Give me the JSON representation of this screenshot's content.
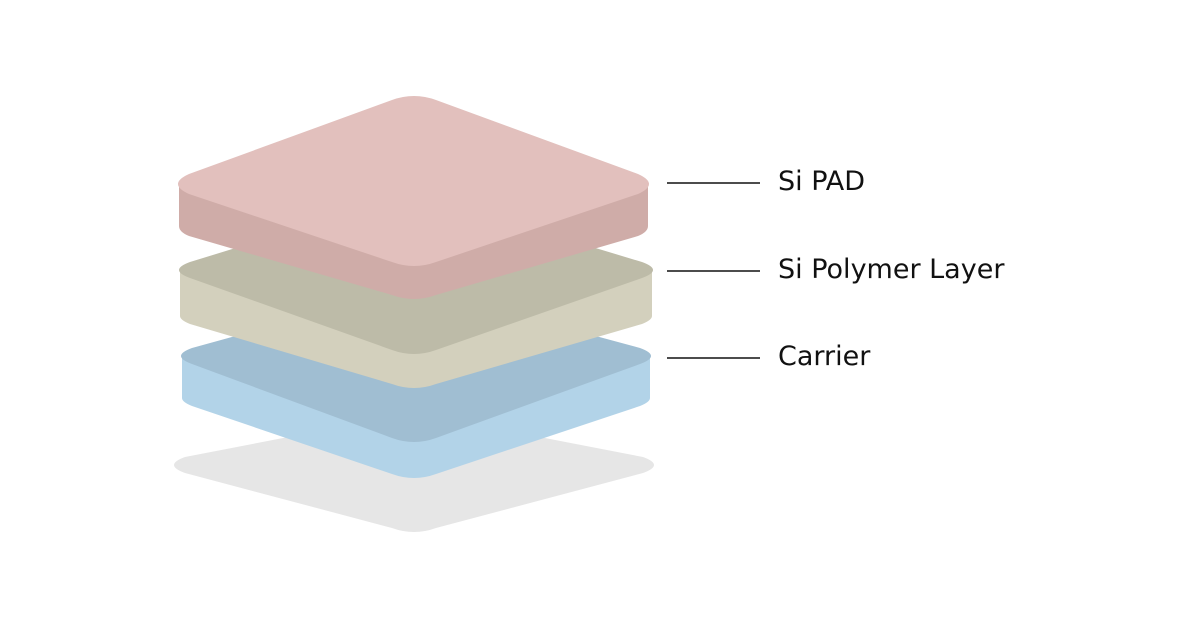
{
  "layers": [
    {
      "key": "pad",
      "label": "Si PAD",
      "top_color": "#e2c0bd",
      "side_color": "#cfaca8"
    },
    {
      "key": "polymer",
      "label": "Si Polymer Layer",
      "top_color": "#bdbba8",
      "side_color": "#d3d0bd"
    },
    {
      "key": "carrier",
      "label": "Carrier",
      "top_color": "#a0bed2",
      "side_color": "#b2d3e8"
    }
  ],
  "shadow_color": "#e6e6e6",
  "leader_color": "#111111"
}
